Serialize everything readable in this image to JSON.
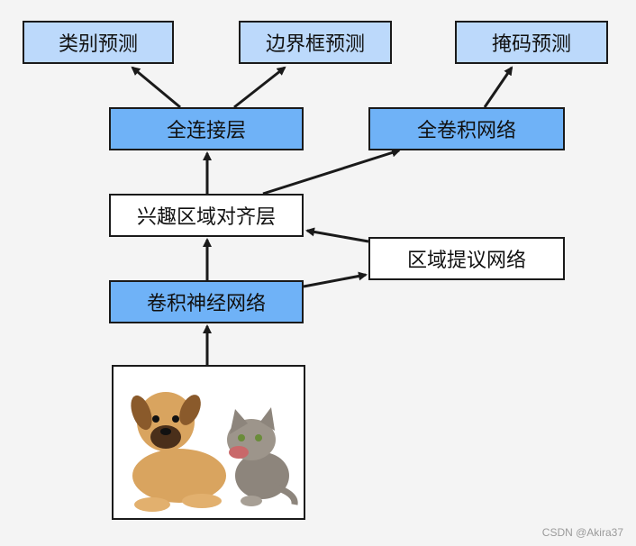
{
  "nodes": {
    "class_prediction": "类别预测",
    "bbox_prediction": "边界框预测",
    "mask_prediction": "掩码预测",
    "fully_connected": "全连接层",
    "fully_convolutional": "全卷积网络",
    "roi_align": "兴趣区域对齐层",
    "region_proposal": "区域提议网络",
    "cnn": "卷积神经网络"
  },
  "image": {
    "content": [
      "puppy",
      "kitten"
    ]
  },
  "colors": {
    "light_box": "#bcd9fb",
    "mid_box": "#6fb2f7",
    "white_box": "#ffffff",
    "stroke": "#1a1a1a"
  },
  "watermark": "CSDN @Akira37"
}
